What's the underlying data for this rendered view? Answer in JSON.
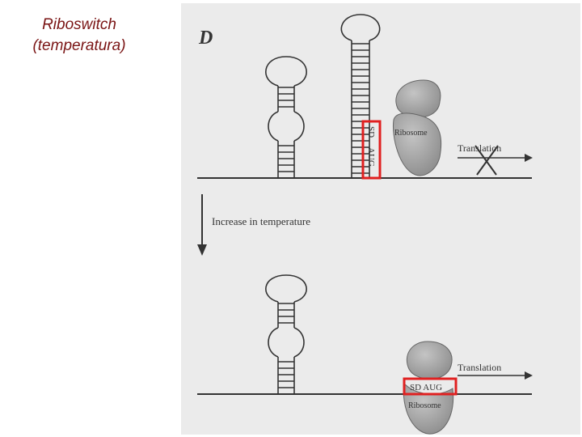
{
  "slide": {
    "title_line1": "Riboswitch",
    "title_line2": "(temperatura)"
  },
  "figure": {
    "panel_label": "D",
    "step_label": "Increase in temperature",
    "top": {
      "ribosome_label": "Ribosome",
      "translation_label": "Translation",
      "sd_label": "SD",
      "aug_label": "AUG"
    },
    "bottom": {
      "ribosome_label": "Ribosome",
      "translation_label": "Translation",
      "sd_aug_label": "SD AUG"
    },
    "colors": {
      "panel_bg": "#ebebeb",
      "highlight_box": "#e02020",
      "ribosome_fill": "#a6a6a6",
      "line": "#333333",
      "title": "#7a1414"
    }
  }
}
